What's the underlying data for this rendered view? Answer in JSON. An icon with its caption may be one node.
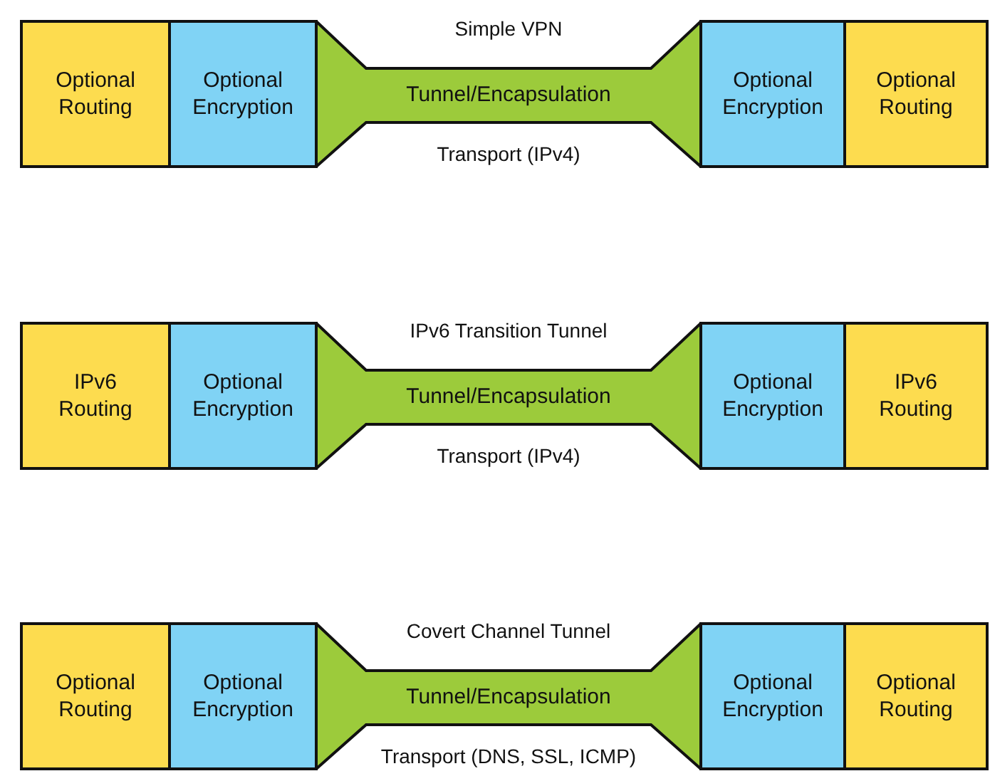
{
  "diagram": {
    "nodes": [
      {
        "text": [
          "Optional Routing"
        ]
      },
      {
        "text": [
          "Optional Encryption"
        ]
      },
      {
        "text": [
          "Tunnel/Encapsulation"
        ],
        "beside": [
          "Simple VPN",
          "Transport (IPv4)"
        ]
      },
      {
        "text": [
          "Optional Encryption"
        ]
      },
      {
        "text": [
          "Optional Routing"
        ]
      },
      {
        "text": [
          "IPv6 Routing"
        ]
      },
      {
        "text": [
          "Optional Encryption"
        ]
      },
      {
        "text": [
          "Tunnel/Encapsulation"
        ],
        "beside": [
          "IPv6 Transition Tunnel",
          "Transport (IPv4)"
        ]
      },
      {
        "text": [
          "Optional Encryption"
        ]
      },
      {
        "text": [
          "IPv6 Routing"
        ]
      },
      {
        "text": [
          "Optional Routing"
        ]
      },
      {
        "text": [
          "Optional Encryption"
        ]
      },
      {
        "text": [
          "Tunnel/Encapsulation"
        ],
        "beside": [
          "Covert Channel Tunnel",
          "Transport (DNS, SSL, ICMP)"
        ]
      },
      {
        "text": [
          "Optional Encryption"
        ]
      },
      {
        "text": [
          "Optional Routing"
        ]
      }
    ]
  }
}
